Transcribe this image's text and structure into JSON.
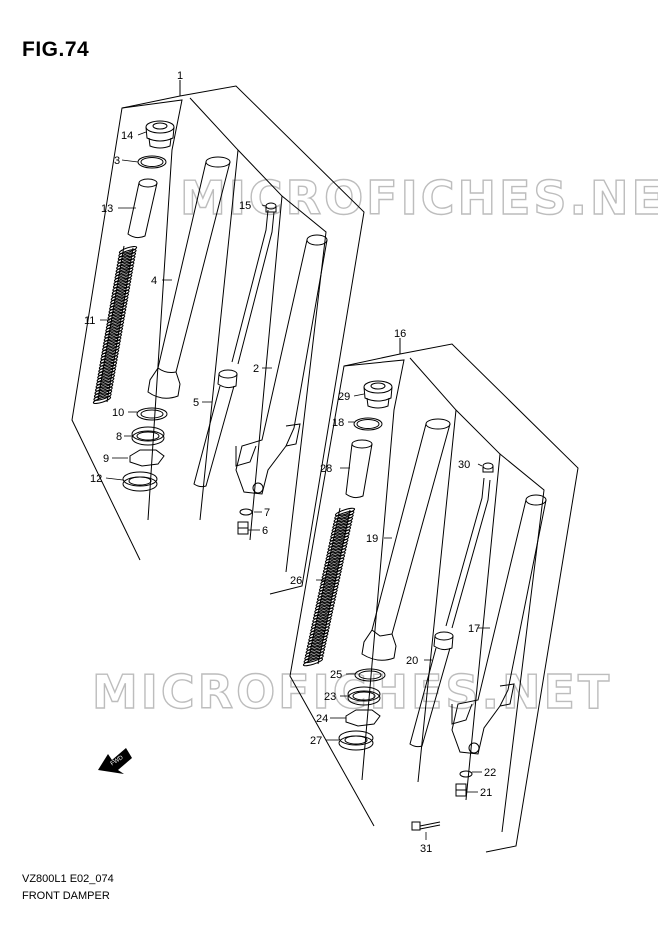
{
  "figure": {
    "title": "FIG.74",
    "model_code": "VZ800L1 E02_074",
    "caption": "FRONT DAMPER"
  },
  "watermark": {
    "text": "MICROFICHES.NET"
  },
  "arrow": {
    "label": "FWD",
    "icon": "fwd-arrow-icon"
  },
  "callouts": {
    "p1": "1",
    "p2": "2",
    "p3": "3",
    "p4": "4",
    "p5": "5",
    "p6": "6",
    "p7": "7",
    "p8": "8",
    "p9": "9",
    "p10": "10",
    "p11": "11",
    "p12": "12",
    "p13": "13",
    "p14": "14",
    "p15": "15",
    "p16": "16",
    "p17": "17",
    "p18": "18",
    "p19": "19",
    "p20": "20",
    "p21": "21",
    "p22": "22",
    "p23": "23",
    "p24": "24",
    "p25": "25",
    "p26": "26",
    "p27": "27",
    "p28": "28",
    "p29": "29",
    "p30": "30",
    "p31": "31"
  },
  "colors": {
    "line": "#000000",
    "watermark": "#bdbdbd",
    "background": "#ffffff"
  }
}
